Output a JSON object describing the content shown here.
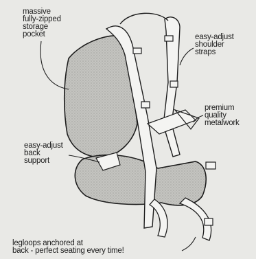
{
  "labels": {
    "storage_pocket": "massive\nfully-zipped\nstorage\npocket",
    "shoulder_straps": "easy-adjust\nshoulder\nstraps",
    "metalwork": "premium\nquality\nmetalwork",
    "back_support": "easy-adjust\nback\nsupport",
    "legloops": "legloops anchored at\nback - perfect seating every time!"
  },
  "colors": {
    "background": "#e9e9e6",
    "ink": "#1d1d1d",
    "fabric": "#b8b8b4",
    "strap": "#f4f4f2"
  }
}
